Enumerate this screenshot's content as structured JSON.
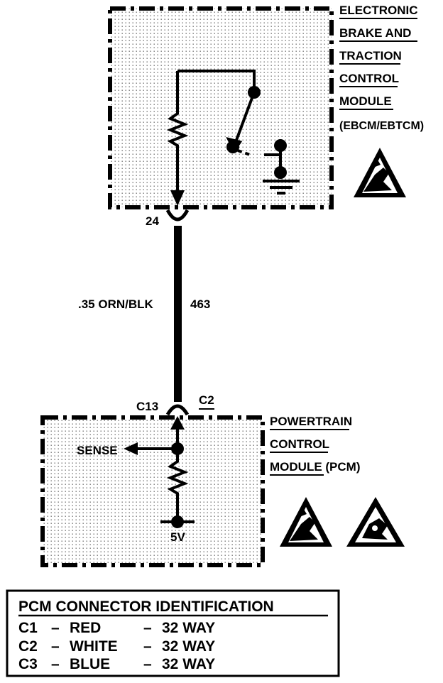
{
  "ebcm": {
    "label_lines": [
      "ELECTRONIC",
      "BRAKE AND",
      "TRACTION",
      "CONTROL",
      "MODULE",
      "(EBCM/EBTCM)"
    ]
  },
  "pcm": {
    "label_lines": [
      "POWERTRAIN",
      "CONTROL",
      "MODULE (PCM)"
    ],
    "sense_label": "SENSE",
    "voltage_label": "5V"
  },
  "wire": {
    "gauge_color": ".35 ORN/BLK",
    "circuit_number": "463"
  },
  "connectors": {
    "ebcm_pin": "24",
    "pcm_pin": "C13",
    "pcm_connector": "C2"
  },
  "legend": {
    "title": "PCM CONNECTOR IDENTIFICATION",
    "rows": [
      {
        "id": "C1",
        "color": "RED",
        "size": "32 WAY"
      },
      {
        "id": "C2",
        "color": "WHITE",
        "size": "32 WAY"
      },
      {
        "id": "C3",
        "color": "BLUE",
        "size": "32 WAY"
      }
    ]
  }
}
